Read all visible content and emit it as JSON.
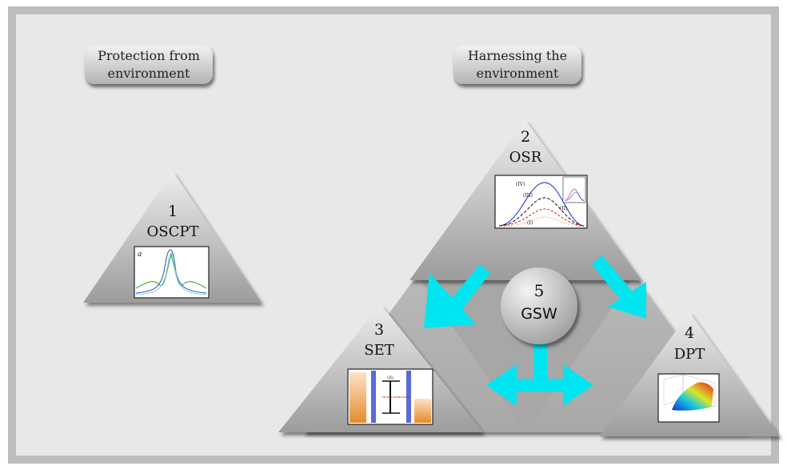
{
  "header_left": {
    "line1": "Protection from",
    "line2": "environment"
  },
  "header_right": {
    "line1": "Harnessing the",
    "line2": "environment"
  },
  "nodes": {
    "n1": {
      "number": "1",
      "label": "OSCPT"
    },
    "n2": {
      "number": "2",
      "label": "OSR"
    },
    "n3": {
      "number": "3",
      "label": "SET"
    },
    "n4": {
      "number": "4",
      "label": "DPT"
    },
    "n5": {
      "number": "5",
      "label": "GSW"
    }
  },
  "thumbs": {
    "t1": {
      "corner": "a"
    },
    "t2": {
      "roman": [
        "(IV)",
        "(III)",
        "(II)",
        "(I)"
      ]
    },
    "t3": {
      "mid": "(II)",
      "center": "Heat conduction"
    }
  },
  "colors": {
    "arrow": "#00e5f0",
    "triangle_light": "#e9e9e9",
    "triangle_dark": "#9a9a9a"
  }
}
